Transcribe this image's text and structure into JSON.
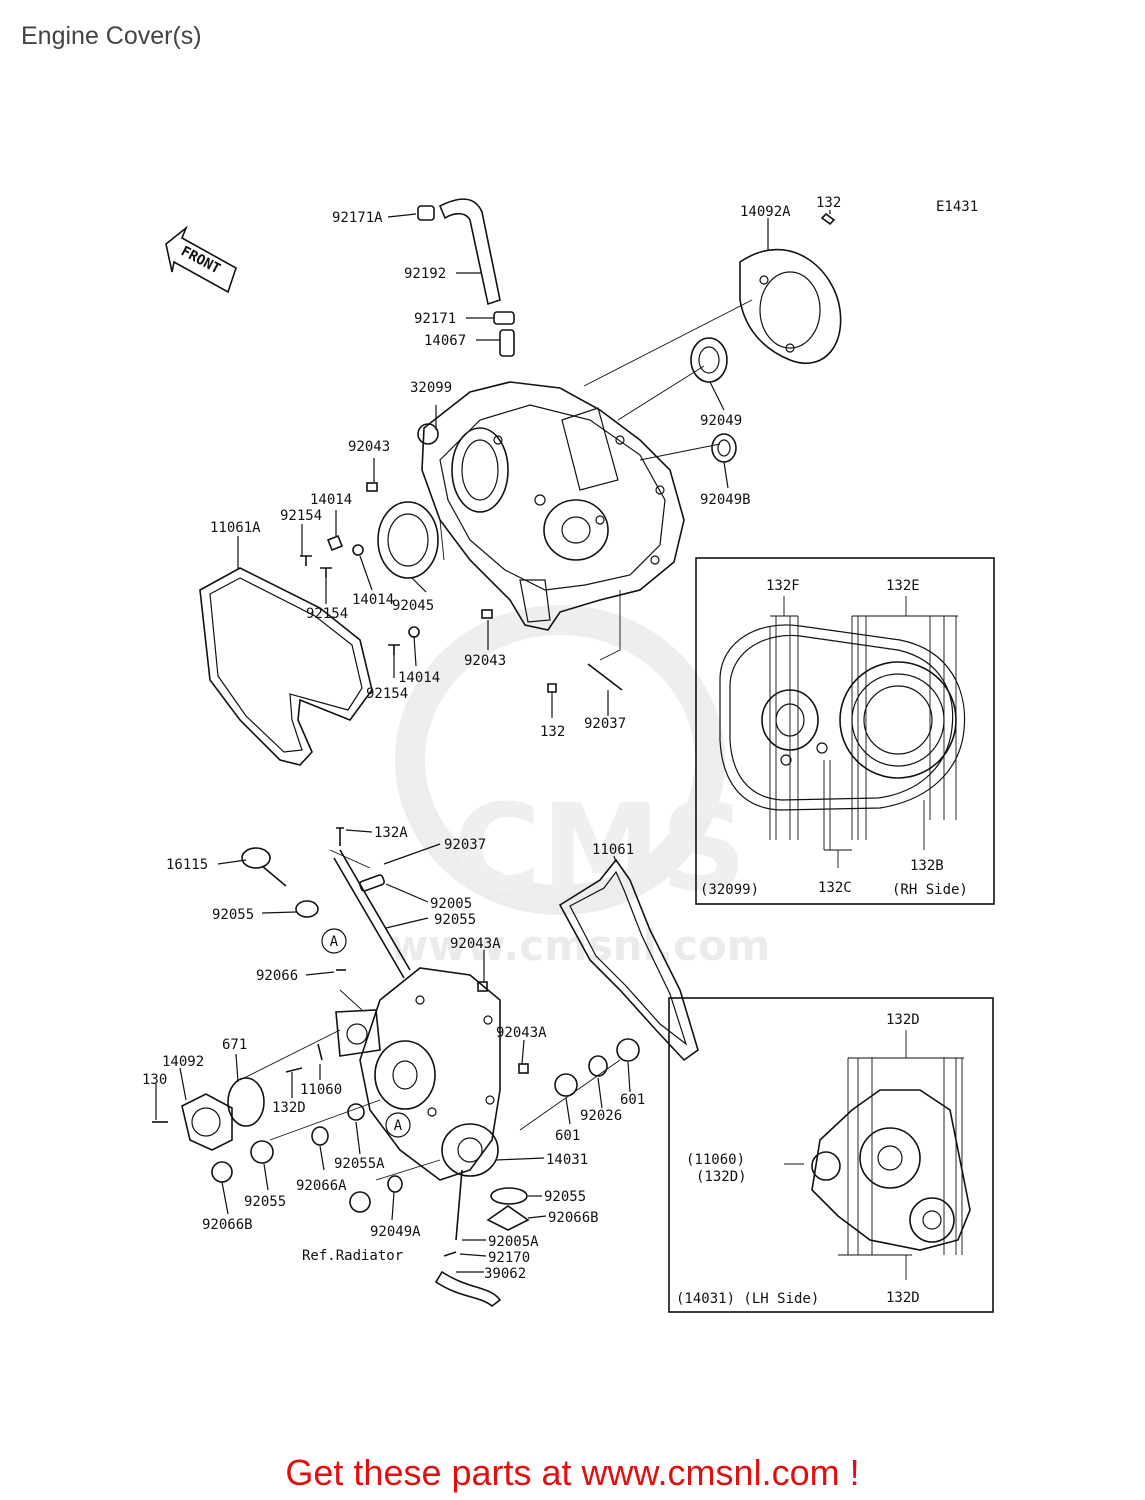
{
  "title": "Engine Cover(s)",
  "diagram_code": "E1431",
  "front_label": "FRONT",
  "promo": "Get these parts at www.cmsnl.com !",
  "watermark": "www.cmsnl.com",
  "colors": {
    "promo": "#e01010",
    "line": "#111111",
    "watermark": "#d4d4d4"
  },
  "labels": [
    {
      "text": "92171A"
    },
    {
      "text": "92192"
    },
    {
      "text": "92171"
    },
    {
      "text": "14067"
    },
    {
      "text": "32099"
    },
    {
      "text": "92043"
    },
    {
      "text": "14014"
    },
    {
      "text": "92154"
    },
    {
      "text": "11061A"
    },
    {
      "text": "92154"
    },
    {
      "text": "14014"
    },
    {
      "text": "92045"
    },
    {
      "text": "14014"
    },
    {
      "text": "92154"
    },
    {
      "text": "92043"
    },
    {
      "text": "132"
    },
    {
      "text": "92037"
    },
    {
      "text": "14092A"
    },
    {
      "text": "132"
    },
    {
      "text": "92049"
    },
    {
      "text": "92049B"
    },
    {
      "text": "132A"
    },
    {
      "text": "92037"
    },
    {
      "text": "16115"
    },
    {
      "text": "92005"
    },
    {
      "text": "92055"
    },
    {
      "text": "92055"
    },
    {
      "text": "92043A"
    },
    {
      "text": "11061"
    },
    {
      "text": "92066"
    },
    {
      "text": "671"
    },
    {
      "text": "14092"
    },
    {
      "text": "130"
    },
    {
      "text": "11060"
    },
    {
      "text": "132D"
    },
    {
      "text": "92055A"
    },
    {
      "text": "92066A"
    },
    {
      "text": "92055"
    },
    {
      "text": "92066B"
    },
    {
      "text": "Ref.Radiator"
    },
    {
      "text": "92049A"
    },
    {
      "text": "92043A"
    },
    {
      "text": "92026"
    },
    {
      "text": "601"
    },
    {
      "text": "601"
    },
    {
      "text": "14031"
    },
    {
      "text": "92055"
    },
    {
      "text": "92066B"
    },
    {
      "text": "92005A"
    },
    {
      "text": "92170"
    },
    {
      "text": "39062"
    },
    {
      "text": "132F"
    },
    {
      "text": "132E"
    },
    {
      "text": "(32099)"
    },
    {
      "text": "132C"
    },
    {
      "text": "132B"
    },
    {
      "text": "(RH Side)"
    },
    {
      "text": "132D"
    },
    {
      "text": "(11060)"
    },
    {
      "text": "(132D)"
    },
    {
      "text": "132D"
    },
    {
      "text": "(14031) (LH Side)"
    }
  ],
  "markers": [
    "A",
    "A"
  ]
}
